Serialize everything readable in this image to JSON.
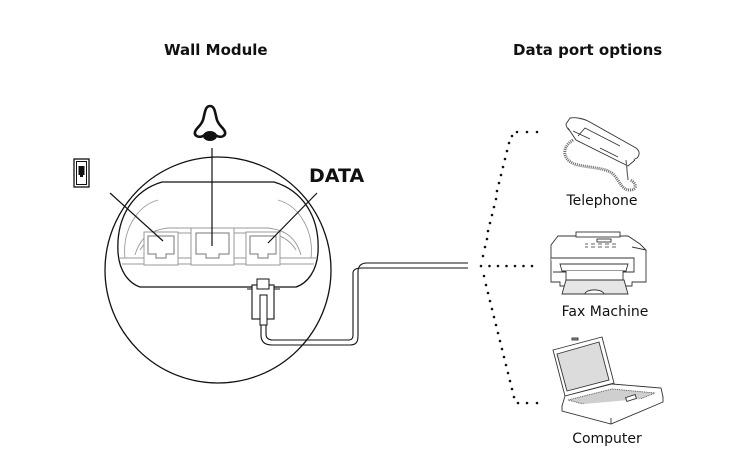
{
  "titles": {
    "wall_module": "Wall Module",
    "data_port_options": "Data port options"
  },
  "wall_module": {
    "ports": [
      {
        "name": "phone-line-port",
        "icon": "phone-jack-icon"
      },
      {
        "name": "network-port",
        "icon": "network-node-icon"
      },
      {
        "name": "data-port",
        "label": "DATA"
      }
    ]
  },
  "options": [
    {
      "label": "Telephone",
      "icon": "telephone-icon"
    },
    {
      "label": "Fax Machine",
      "icon": "fax-machine-icon"
    },
    {
      "label": "Computer",
      "icon": "laptop-icon"
    }
  ],
  "colors": {
    "line": "#111111",
    "light_line": "#9a9a9a",
    "screen_fill": "#dcdcdc"
  }
}
